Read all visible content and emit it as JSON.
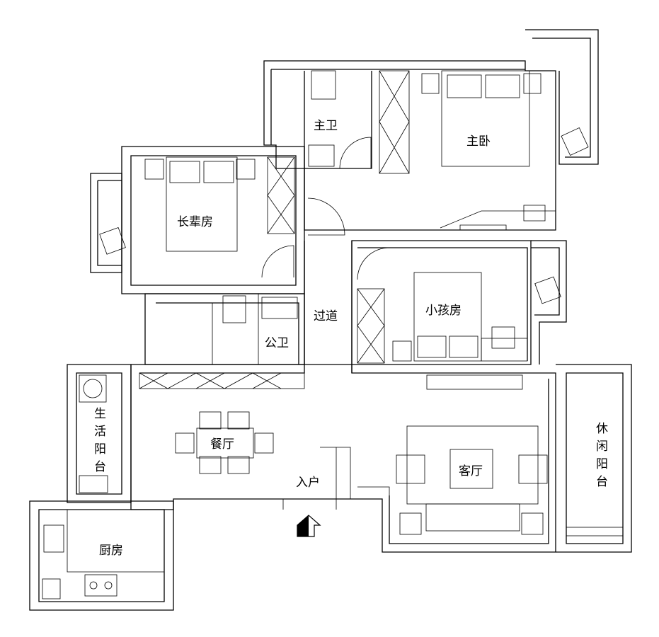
{
  "rooms": {
    "master_bath": "主卫",
    "master_bedroom": "主卧",
    "elder_room": "长辈房",
    "corridor": "过道",
    "kids_room": "小孩房",
    "public_bath": "公卫",
    "utility_balcony": "生活阳台",
    "dining": "餐厅",
    "entrance": "入户",
    "living": "客厅",
    "leisure_balcony": "休闲阳台",
    "kitchen": "厨房"
  }
}
